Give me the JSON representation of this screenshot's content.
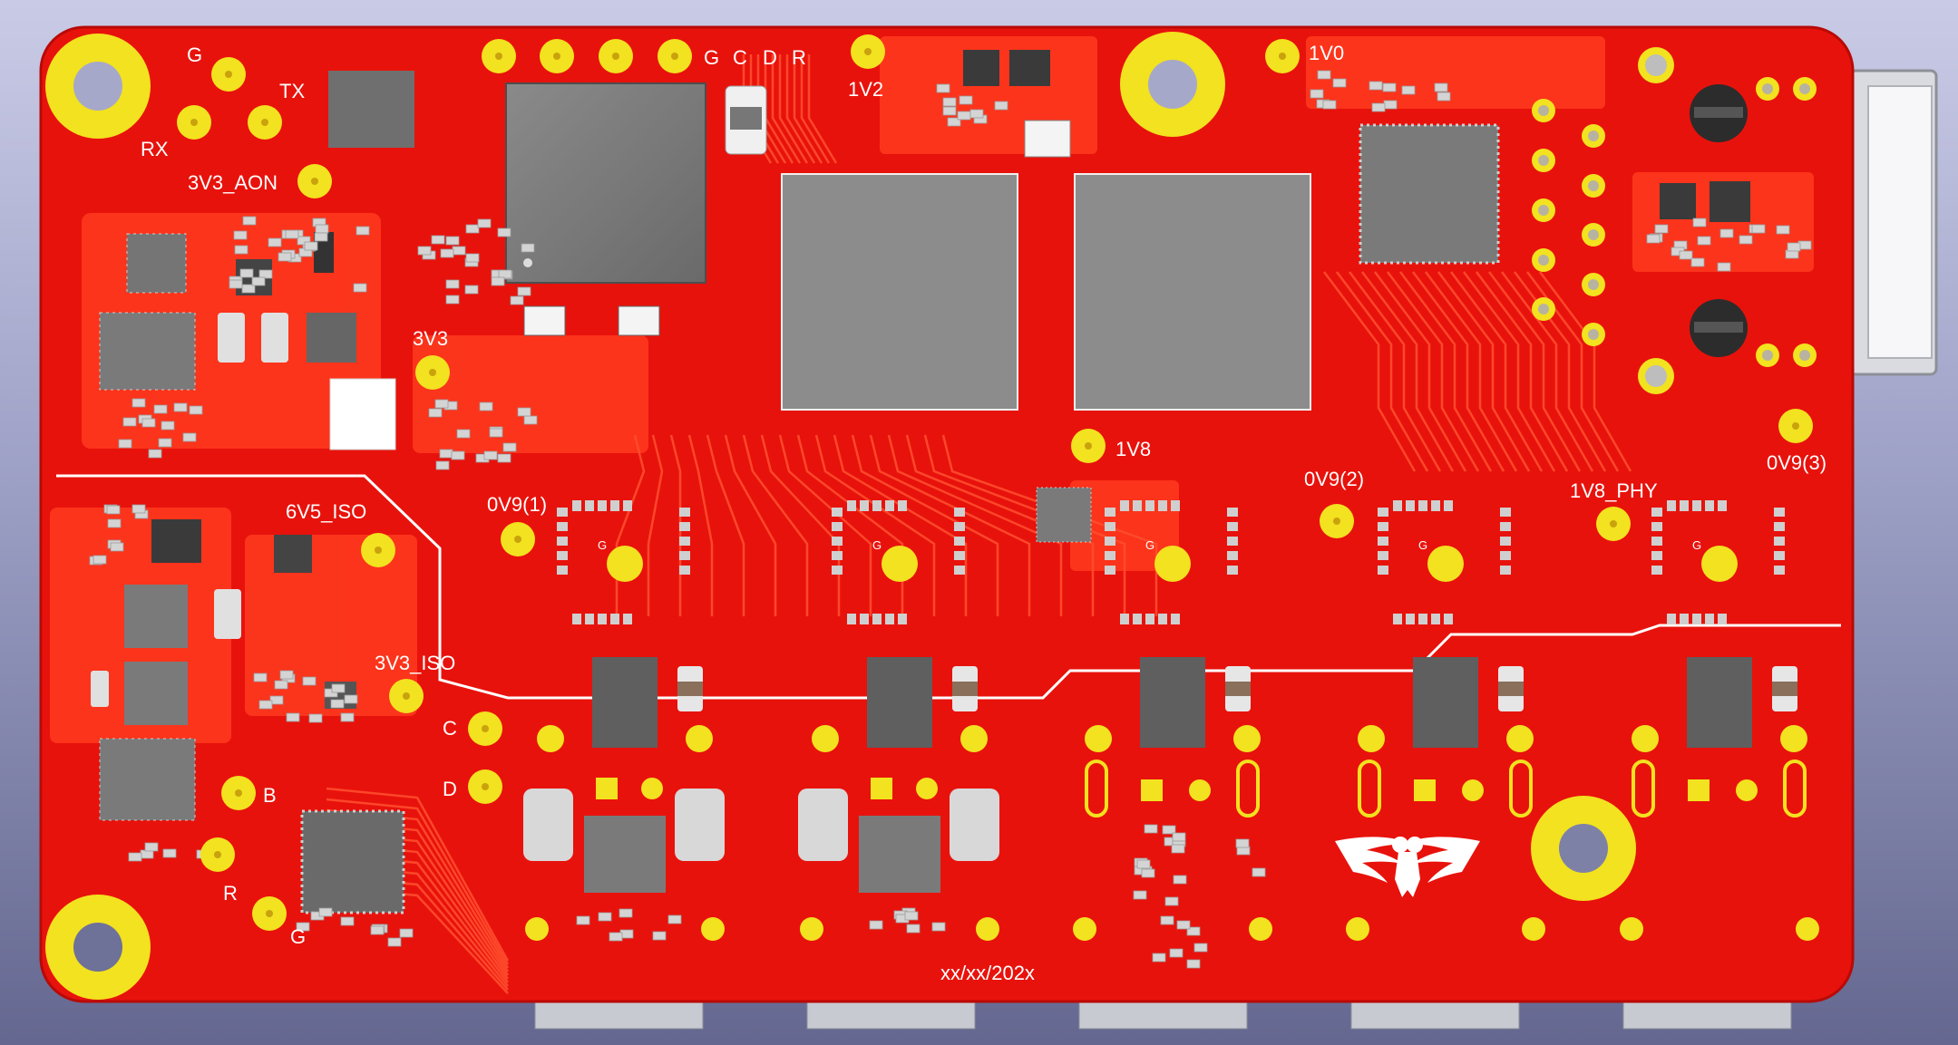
{
  "colors": {
    "board": "#e8120c",
    "board_edge": "#b80a06",
    "copper": "#ff3b1f",
    "trace": "#ff4d2e",
    "silkscreen": "#ffffff",
    "pad": "#f2e21f",
    "pad_hole": "#c9c2a8",
    "ic_body": "#7a7a7a",
    "ic_dark": "#5f5f5f",
    "background_top": "#c9cbe6",
    "background_bottom": "#64678f"
  },
  "silkscreen": {
    "g_top": "G",
    "tx": "TX",
    "rx": "RX",
    "aon": "3V3_AON",
    "header_g": "G",
    "header_c": "C",
    "header_d": "D",
    "header_r": "R",
    "v1v2": "1V2",
    "v1v0": "1V0",
    "v3v3": "3V3",
    "v1v8": "1V8",
    "v0v9_1": "0V9(1)",
    "v0v9_2": "0V9(2)",
    "v0v9_3": "0V9(3)",
    "v1v8_phy": "1V8_PHY",
    "v6v5_iso": "6V5_ISO",
    "v3v3_iso": "3V3_ISO",
    "c": "C",
    "d": "D",
    "b": "B",
    "r": "R",
    "g_bottom": "G",
    "date": "xx/xx/202x",
    "inductor_g": "G"
  },
  "icons": [
    "mounting-hole-icon",
    "test-point-icon",
    "ic-chip-icon",
    "eagle-logo-icon",
    "usb-connector-icon",
    "ethernet-port-icon"
  ]
}
